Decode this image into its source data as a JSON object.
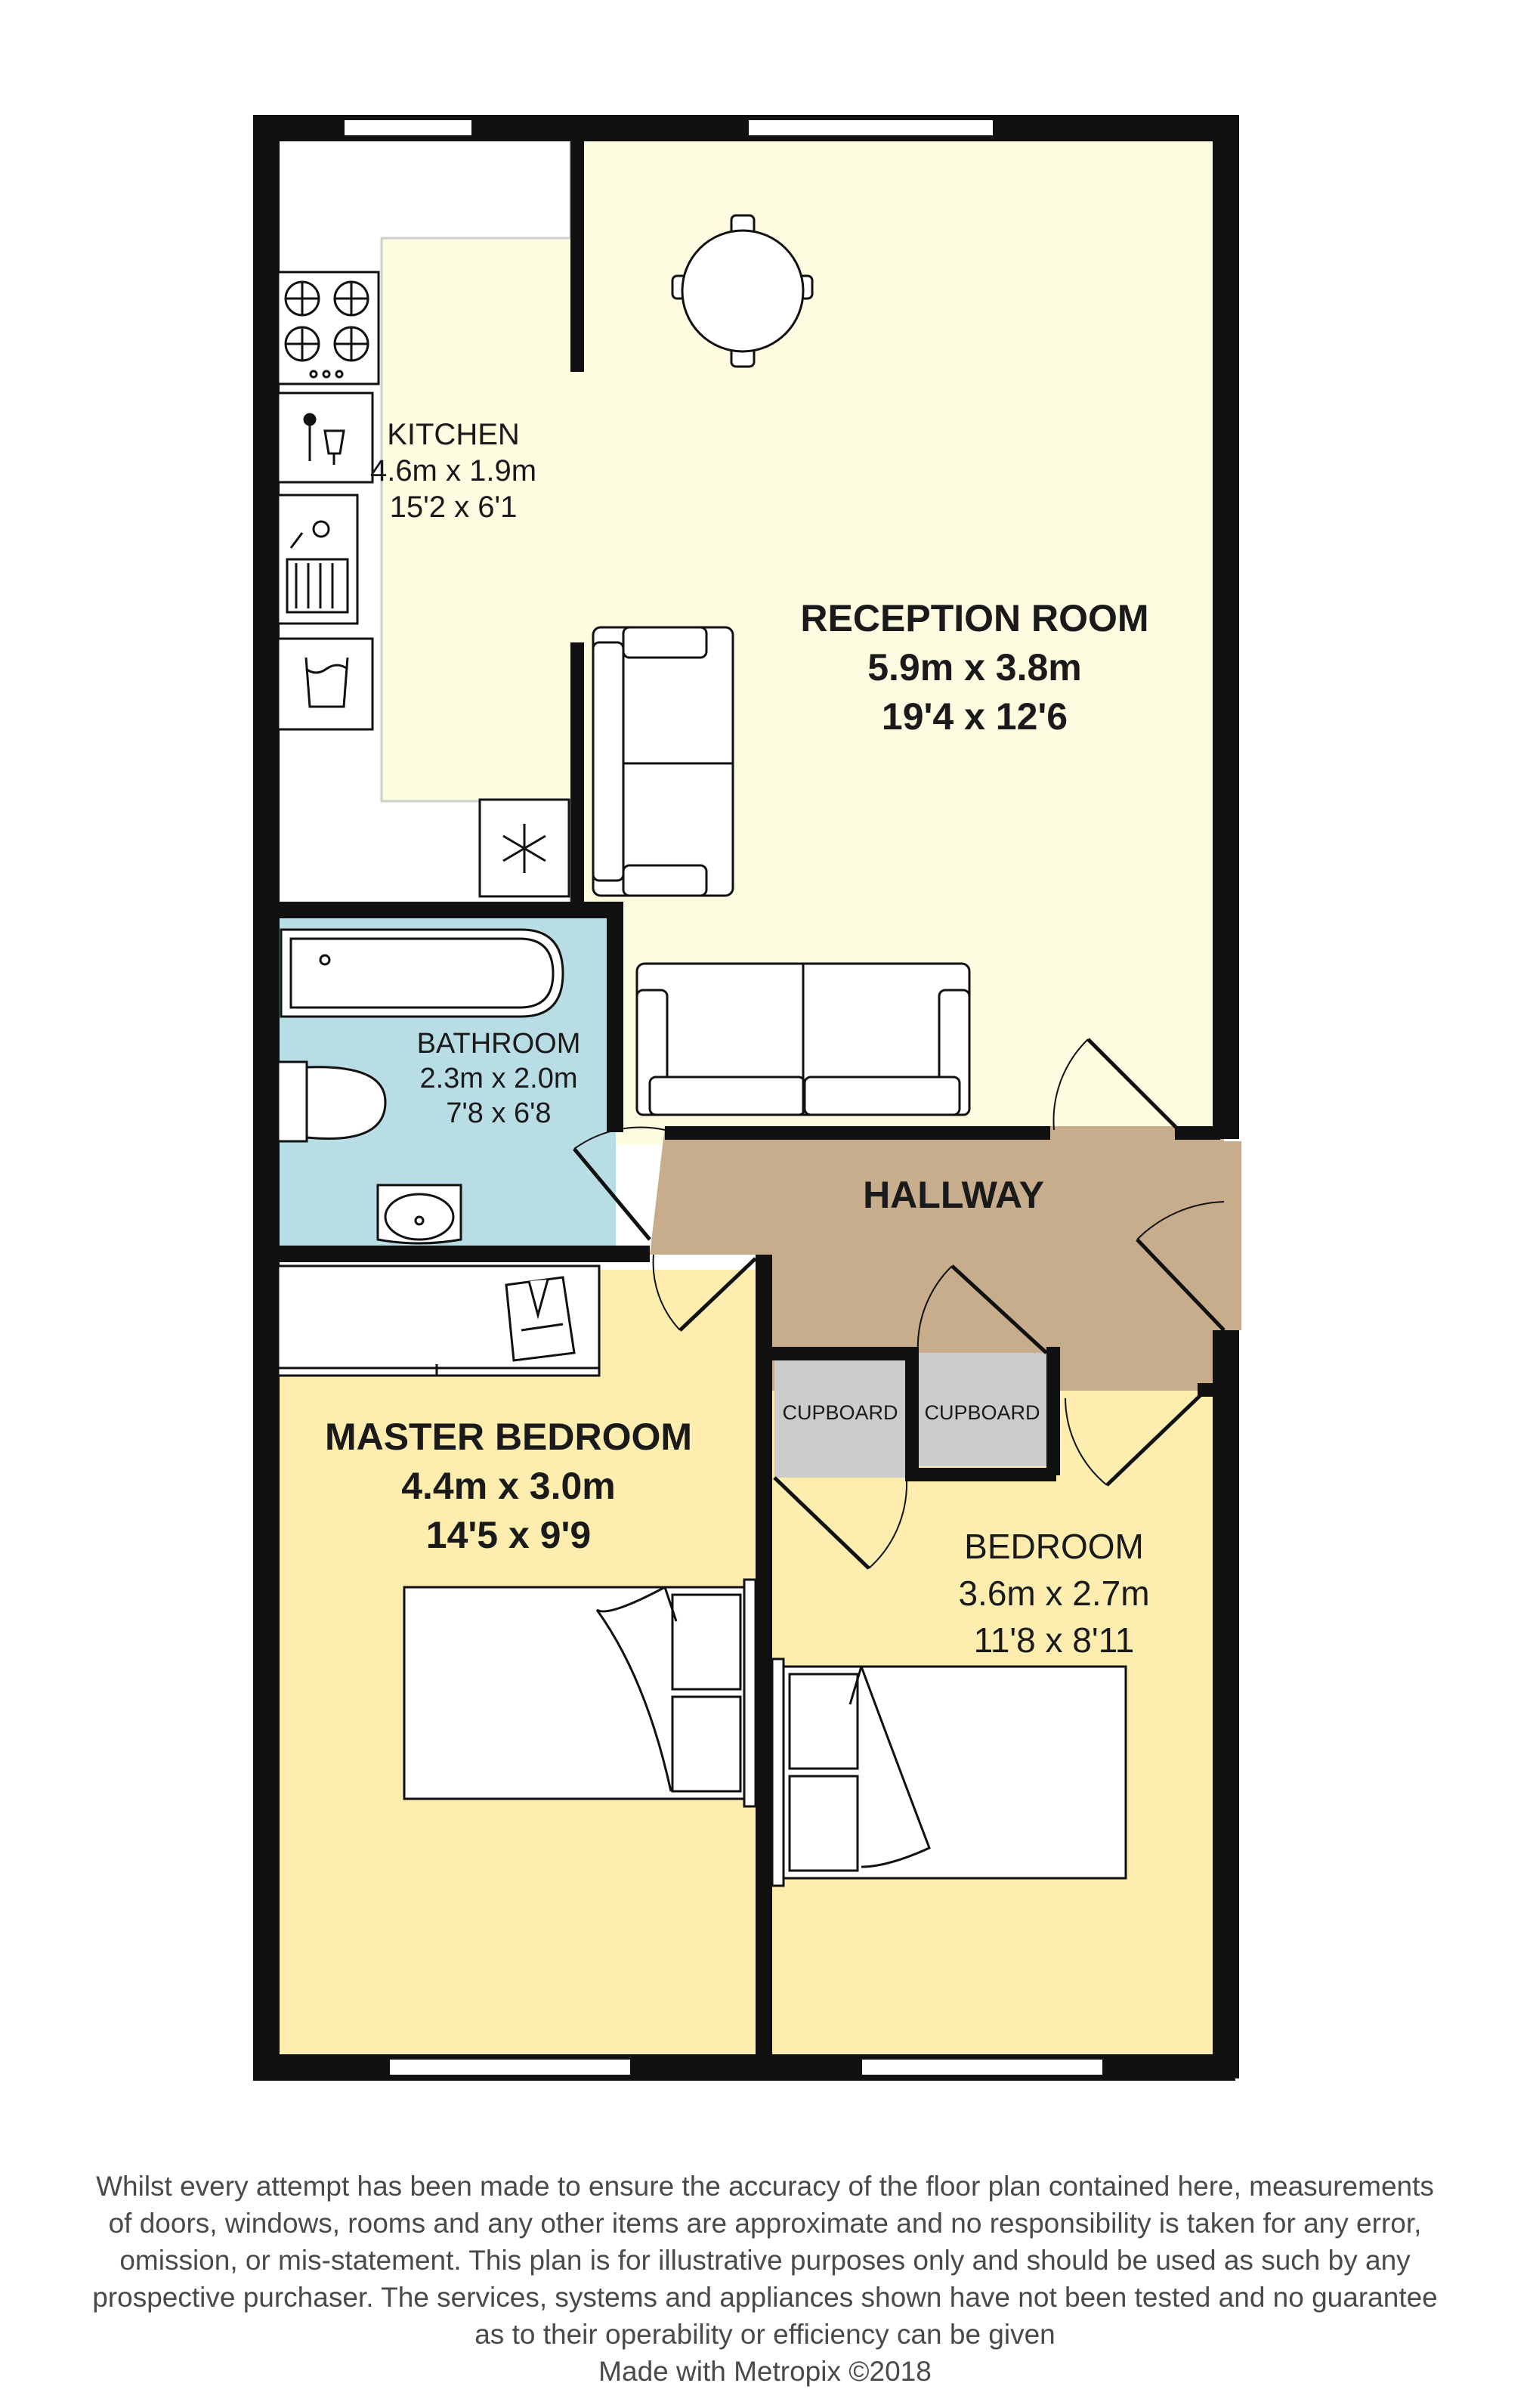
{
  "rooms": {
    "kitchen": {
      "name": "KITCHEN",
      "metric": "4.6m x 1.9m",
      "imperial": "15'2 x 6'1"
    },
    "reception": {
      "name": "RECEPTION ROOM",
      "metric": "5.9m x 3.8m",
      "imperial": "19'4 x 12'6"
    },
    "bathroom": {
      "name": "BATHROOM",
      "metric": "2.3m x 2.0m",
      "imperial": "7'8 x 6'8"
    },
    "hallway": {
      "name": "HALLWAY"
    },
    "cupboard1": {
      "name": "CUPBOARD"
    },
    "cupboard2": {
      "name": "CUPBOARD"
    },
    "master": {
      "name": "MASTER BEDROOM",
      "metric": "4.4m x 3.0m",
      "imperial": "14'5 x 9'9"
    },
    "bedroom": {
      "name": "BEDROOM",
      "metric": "3.6m x 2.7m",
      "imperial": "11'8 x 8'11"
    }
  },
  "colors": {
    "wall": "#111111",
    "reception": "#fdfbe0",
    "bedroom": "#fdeeb0",
    "bathroom": "#b8dde4",
    "hallway": "#c7ad8b",
    "cupboard": "#cccccc",
    "kitchen_counter": "#ffffff"
  },
  "disclaimer": {
    "lines": [
      "Whilst every attempt has been made to ensure the accuracy of the floor plan contained here, measurements",
      "of doors, windows, rooms and any other items are approximate and no responsibility is taken for any error,",
      "omission, or mis-statement. This plan is for illustrative purposes only and should be used as such by any",
      "prospective purchaser. The services, systems and appliances shown have not been tested and no guarantee",
      "as to their operability or efficiency can be given"
    ],
    "credit": "Made with Metropix ©2018"
  }
}
